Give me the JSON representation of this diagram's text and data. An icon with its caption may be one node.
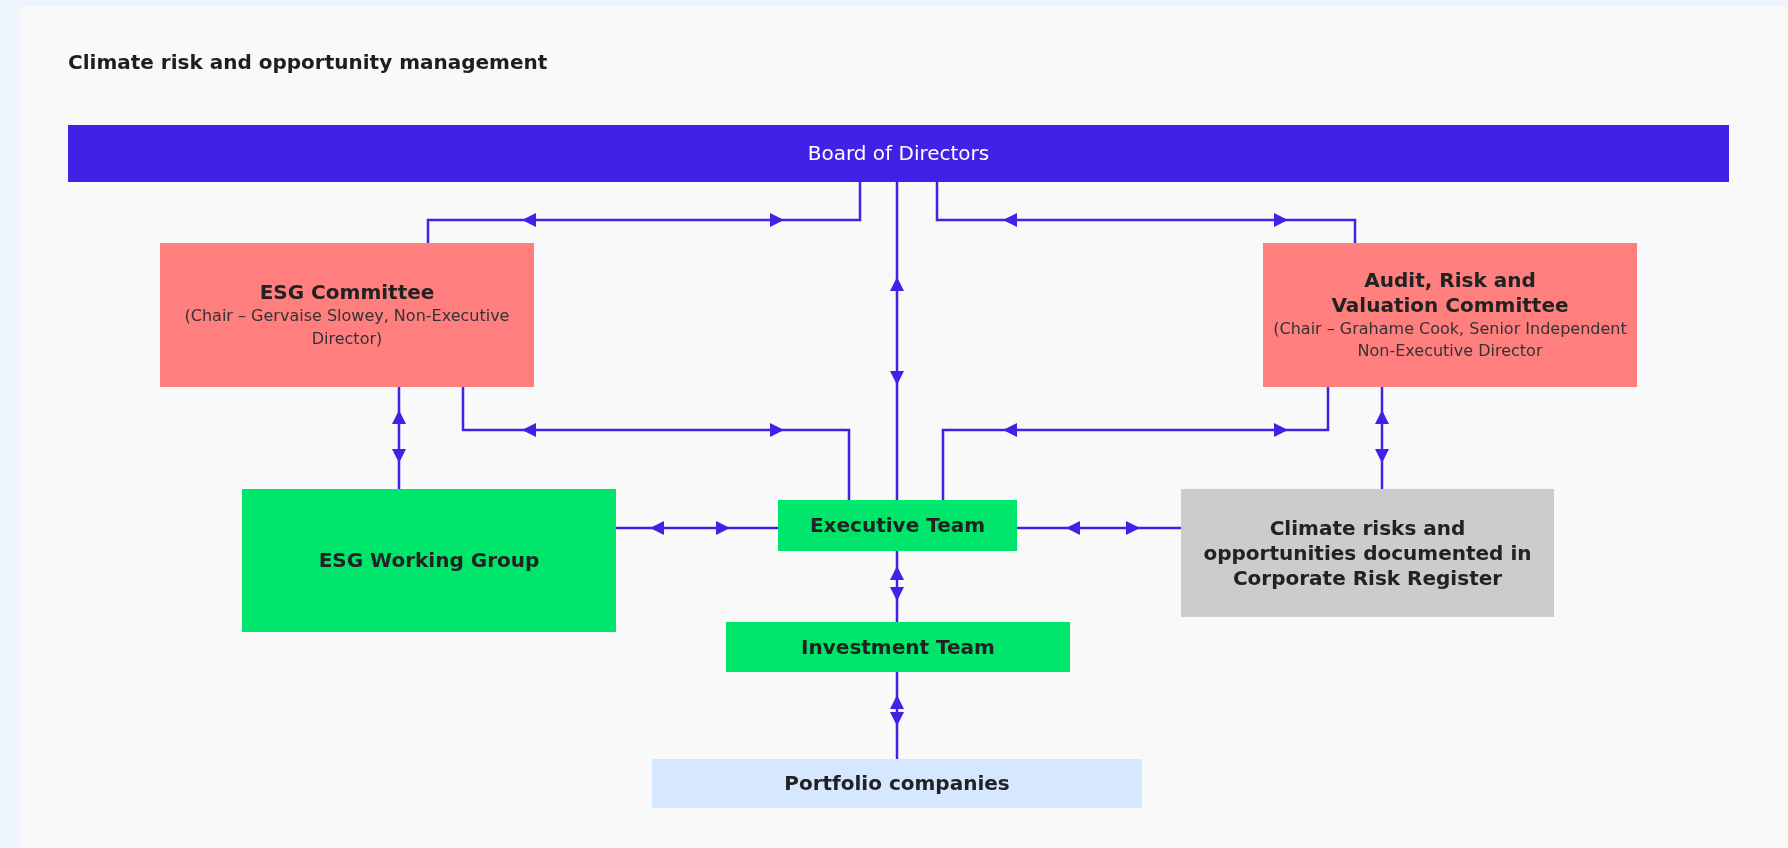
{
  "diagram": {
    "title": "Climate risk and opportunity management",
    "nodes": [
      {
        "text": [
          "Board of Directors"
        ]
      },
      {
        "text": [
          "ESG Committee",
          "(Chair – Gervaise Slowey, Non-Executive Director)"
        ]
      },
      {
        "text": [
          "Audit, Risk and Valuation Committee",
          "(Chair – Grahame Cook, Senior Independent Non-Executive Director"
        ]
      },
      {
        "text": [
          "ESG Working Group"
        ]
      },
      {
        "text": [
          "Executive Team"
        ]
      },
      {
        "text": [
          "Climate risks and opportunities documented in Corporate Risk Register"
        ]
      },
      {
        "text": [
          "Investment Team"
        ]
      },
      {
        "text": [
          "Portfolio companies"
        ]
      }
    ],
    "edges": [
      {
        "from": 0,
        "to": 1,
        "arrow": "both"
      },
      {
        "from": 0,
        "to": 2,
        "arrow": "both"
      },
      {
        "from": 0,
        "to": 4,
        "arrow": "both"
      },
      {
        "from": 1,
        "to": 4,
        "arrow": "both"
      },
      {
        "from": 2,
        "to": 4,
        "arrow": "both"
      },
      {
        "from": 1,
        "to": 3,
        "arrow": "both"
      },
      {
        "from": 2,
        "to": 5,
        "arrow": "both"
      },
      {
        "from": 3,
        "to": 4,
        "arrow": "both"
      },
      {
        "from": 4,
        "to": 5,
        "arrow": "both"
      },
      {
        "from": 4,
        "to": 6,
        "arrow": "both"
      },
      {
        "from": 6,
        "to": 7,
        "arrow": "both"
      }
    ]
  }
}
